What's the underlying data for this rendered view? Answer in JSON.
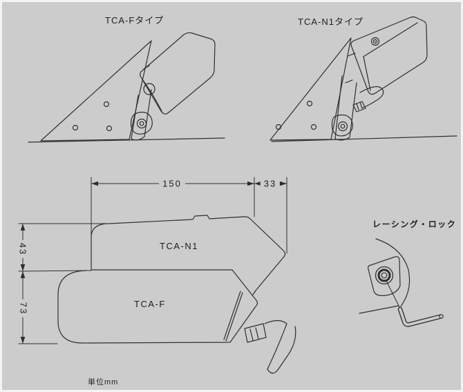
{
  "page": {
    "background_color": "#cccccc",
    "line_color": "#2e2e2e",
    "unit_note": "単位mm"
  },
  "side_views": {
    "tca_f": {
      "title": "TCA-Fタイプ"
    },
    "tca_n1": {
      "title": "TCA-N1タイプ"
    }
  },
  "top_view": {
    "body_labels": {
      "tca_n1": "TCA-N1",
      "tca_f": "TCA-F"
    },
    "dimensions": {
      "overall_width": "150",
      "tip_width": "33",
      "tca_n1_height": "43",
      "tca_f_height": "73"
    }
  },
  "racing_lock": {
    "title": "レーシング・ロック"
  }
}
